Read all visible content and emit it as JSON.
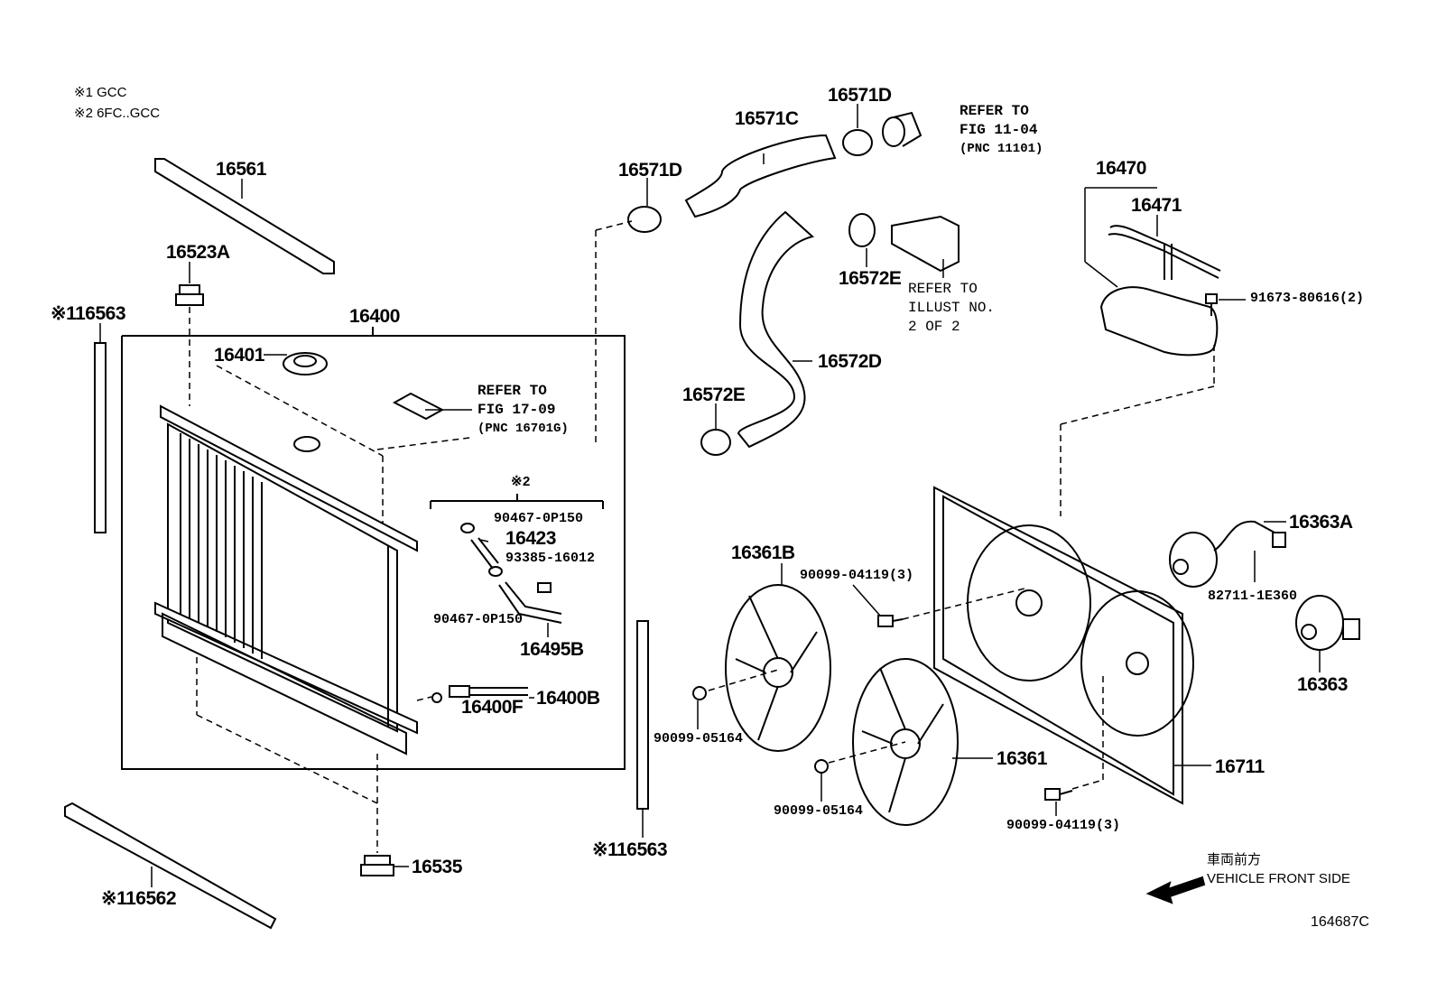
{
  "notes": {
    "note1": "※1 GCC",
    "note2": "※2 6FC..GCC"
  },
  "parts": {
    "p16561": "16561",
    "p16523A": "16523A",
    "p16563_left": "※116563",
    "p16400": "16400",
    "p16401": "16401",
    "p16423": "16423",
    "p90467_a": "90467-0P150",
    "p93385": "93385-16012",
    "p90467_b": "90467-0P150",
    "p16495B": "16495B",
    "p16400F": "16400F",
    "p16400B": "16400B",
    "p16535": "16535",
    "p16562": "※116562",
    "p16563_right": "※116563",
    "p16571C": "16571C",
    "p16571D_top": "16571D",
    "p16571D_left": "16571D",
    "p16572E_top": "16572E",
    "p16572D": "16572D",
    "p16572E_left": "16572E",
    "p16470": "16470",
    "p16471": "16471",
    "p91673": "91673-80616(2)",
    "p16363A": "16363A",
    "p82711": "82711-1E360",
    "p16363": "16363",
    "p16361B": "16361B",
    "p90099_04119_top": "90099-04119(3)",
    "p90099_05164_left": "90099-05164",
    "p16361": "16361",
    "p90099_05164_bottom": "90099-05164",
    "p90099_04119_bottom": "90099-04119(3)",
    "p16711": "16711",
    "sub2": "※2"
  },
  "refs": {
    "ref1": [
      "REFER TO",
      "FIG 11-04",
      "(PNC 11101)"
    ],
    "ref2": [
      "REFER TO",
      "FIG 17-09",
      "(PNC 16701G)"
    ],
    "ref3": [
      "REFER TO",
      "ILLUST NO.",
      "2 OF 2"
    ]
  },
  "direction": {
    "jp": "車両前方",
    "en": "VEHICLE FRONT SIDE"
  },
  "figure_code": "164687C"
}
